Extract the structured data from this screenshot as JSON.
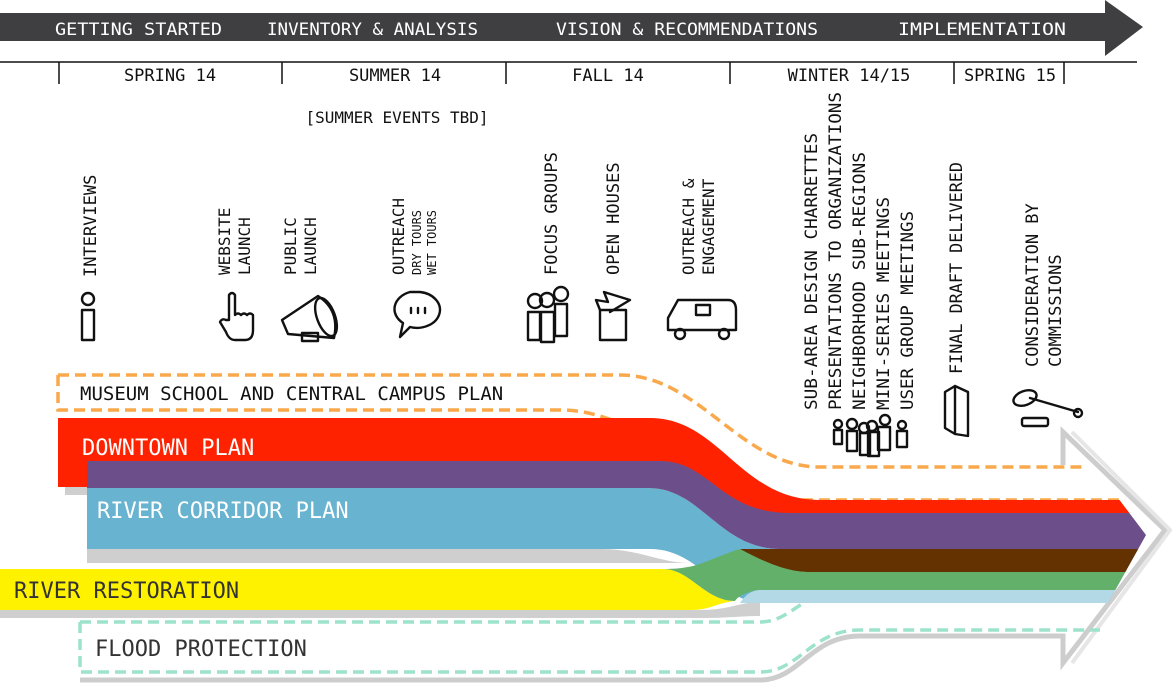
{
  "phases": [
    "GETTING STARTED",
    "INVENTORY & ANALYSIS",
    "VISION & RECOMMENDATIONS",
    "IMPLEMENTATION"
  ],
  "seasons": [
    "SPRING 14",
    "SUMMER 14",
    "FALL 14",
    "WINTER 14/15",
    "SPRING 15"
  ],
  "summer_note": "[SUMMER EVENTS TBD]",
  "events": {
    "interviews": "INTERVIEWS",
    "website": [
      "WEBSITE",
      "LAUNCH"
    ],
    "public": [
      "PUBLIC",
      "LAUNCH"
    ],
    "outreach": [
      "OUTREACH",
      "DRY TOURS",
      "WET TOURS"
    ],
    "focus": "FOCUS GROUPS",
    "open_houses": "OPEN HOUSES",
    "engagement": [
      "OUTREACH &",
      "ENGAGEMENT"
    ],
    "winter": [
      "SUB-AREA DESIGN CHARRETTES",
      "PRESENTATIONS TO ORGANIZATIONS",
      "NEIGHBORHOOD SUB-REGIONS",
      "MINI-SERIES MEETINGS",
      "USER GROUP MEETINGS"
    ],
    "final_draft": "FINAL DRAFT DELIVERED",
    "consideration": [
      "CONSIDERATION BY",
      "COMMISSIONS"
    ]
  },
  "plans": {
    "museum": {
      "label": "MUSEUM SCHOOL AND CENTRAL CAMPUS PLAN",
      "color": "#f9a94b"
    },
    "downtown": {
      "label": "DOWNTOWN PLAN",
      "color": "#ff2200"
    },
    "river_corridor": {
      "label": "RIVER CORRIDOR PLAN",
      "color": "#68b3cf"
    },
    "river_restoration": {
      "label": "RIVER RESTORATION",
      "color": "#fff200"
    },
    "flood": {
      "label": "FLOOD PROTECTION",
      "color": "#9de3cc"
    }
  },
  "colors": {
    "bar": "#3f3f41",
    "purple": "#6c4f8a",
    "brown": "#633200",
    "green": "#63b06a",
    "lightblue": "#b3d9e6"
  }
}
